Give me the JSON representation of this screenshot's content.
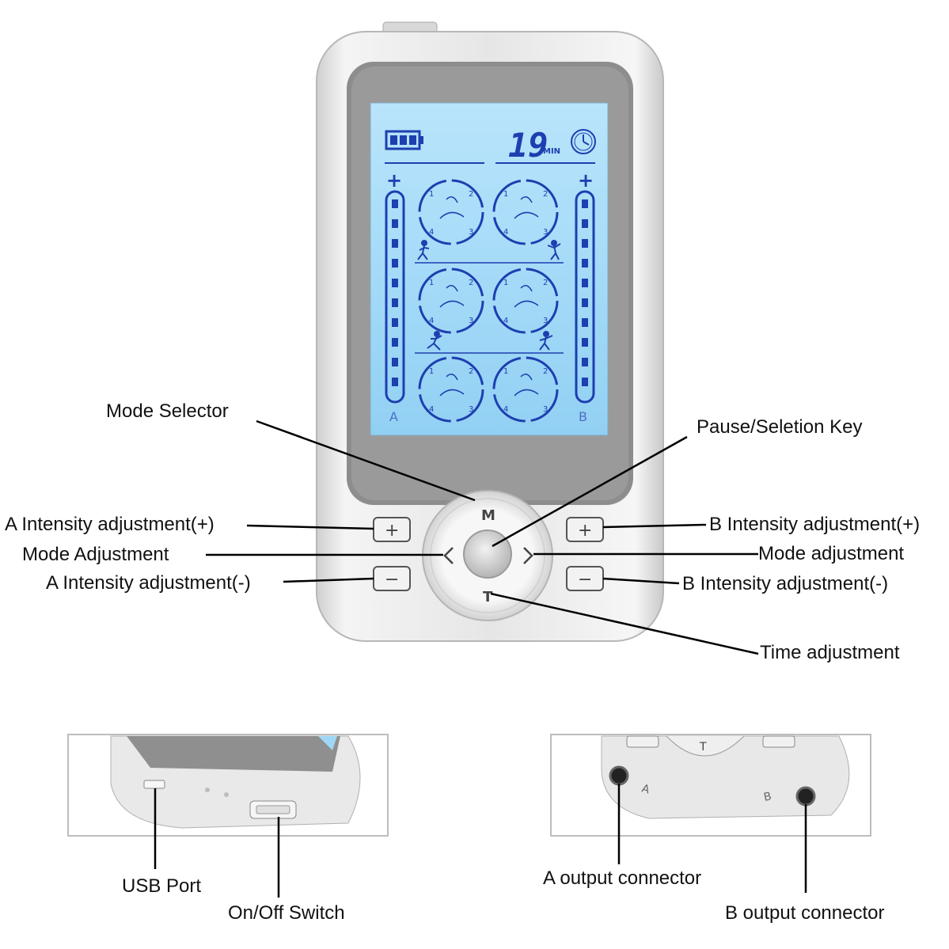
{
  "device": {
    "timer_value": "19",
    "timer_unit": "MIN",
    "channel_a": "A",
    "channel_b": "B",
    "plus_sign": "+",
    "key_m": "M",
    "key_t": "T",
    "button_plus": "+",
    "button_minus": "−",
    "port_a_mark": "A",
    "port_b_mark": "B",
    "mode_numbers": [
      "1",
      "2",
      "3",
      "4"
    ],
    "screen_color": "#9fd7f7",
    "body_color": "#e2e2e2"
  },
  "callouts": {
    "mode_selector": "Mode Selector",
    "pause_key": "Pause/Seletion Key",
    "a_plus": "A Intensity adjustment(+)",
    "mode_adjustment_left": "Mode Adjustment",
    "a_minus": "A Intensity adjustment(-)",
    "b_plus": "B Intensity adjustment(+)",
    "mode_adjustment_right": "Mode adjustment",
    "b_minus": "B Intensity adjustment(-)",
    "time_adjustment": "Time adjustment",
    "usb_port": "USB Port",
    "onoff_switch": "On/Off Switch",
    "a_output": "A output connector",
    "b_output": "B output connector"
  }
}
